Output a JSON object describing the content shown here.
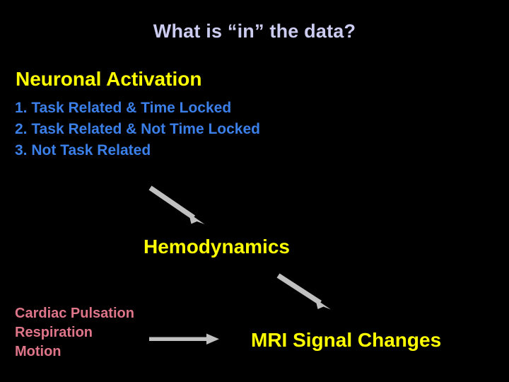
{
  "slide": {
    "background_color": "#000000",
    "title": "What is “in” the data?",
    "title_color": "#ccccf0"
  },
  "neuronal": {
    "heading": "Neuronal Activation",
    "heading_color": "#ffff00",
    "list_color": "#3b7fe8",
    "items": [
      "1. Task Related & Time Locked",
      "2. Task Related & Not Time Locked",
      "3. Not Task Related"
    ]
  },
  "hemodynamics": {
    "label": "Hemodynamics",
    "color": "#ffff00"
  },
  "artifacts": {
    "color": "#df7589",
    "items": [
      "Cardiac Pulsation",
      "Respiration",
      "Motion"
    ]
  },
  "output": {
    "label": "MRI Signal Changes",
    "color": "#ffff00"
  },
  "arrows": {
    "color": "#c0c0c0",
    "items": [
      {
        "name": "neuronal-to-hemodynamics",
        "direction": "down-right"
      },
      {
        "name": "hemodynamics-to-mri-signal",
        "direction": "down-right"
      },
      {
        "name": "artifacts-to-mri-signal",
        "direction": "right"
      }
    ]
  }
}
